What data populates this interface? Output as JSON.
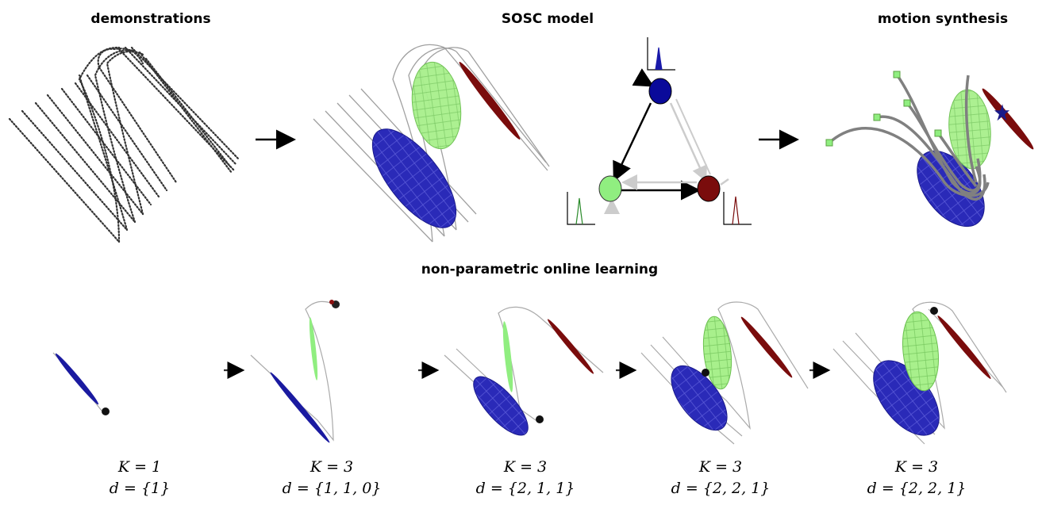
{
  "titles": {
    "demonstrations": "demonstrations",
    "model": "SOSC model",
    "synthesis": "motion synthesis",
    "online": "non-parametric online learning"
  },
  "stages": [
    {
      "k": "K = 1",
      "d": "d = {1}"
    },
    {
      "k": "K = 3",
      "d": "d = {1, 1, 0}"
    },
    {
      "k": "K = 3",
      "d": "d = {2, 1, 1}"
    },
    {
      "k": "K = 3",
      "d": "d = {2, 2, 1}"
    },
    {
      "k": "K = 3",
      "d": "d = {2, 2, 1}"
    }
  ],
  "colors": {
    "blue": "#1f1fa8",
    "green": "#8ee86f",
    "red": "#7a0c0c",
    "trajectory": "#9a9a9a",
    "arrow": "#000000"
  }
}
